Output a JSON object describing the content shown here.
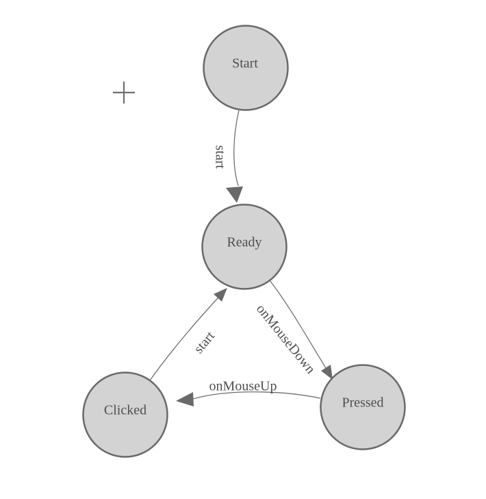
{
  "diagram": {
    "type": "state-machine",
    "nodes": [
      {
        "id": "start",
        "label": "Start"
      },
      {
        "id": "ready",
        "label": "Ready"
      },
      {
        "id": "clicked",
        "label": "Clicked"
      },
      {
        "id": "pressed",
        "label": "Pressed"
      }
    ],
    "edges": [
      {
        "from": "Start",
        "to": "Ready",
        "label": "start"
      },
      {
        "from": "Ready",
        "to": "Pressed",
        "label": "onMouseDown"
      },
      {
        "from": "Pressed",
        "to": "Clicked",
        "label": "onMouseUp"
      },
      {
        "from": "Clicked",
        "to": "Ready",
        "label": "start"
      }
    ],
    "markers": {
      "crosshair": "plus-crosshair"
    },
    "colors": {
      "node_fill": "#d3d3d3",
      "node_stroke": "#696969",
      "edge_stroke": "#6e6e6e",
      "arrowhead_fill": "#696969",
      "label_text": "#4f4f4f",
      "background": "#ffffff"
    }
  }
}
